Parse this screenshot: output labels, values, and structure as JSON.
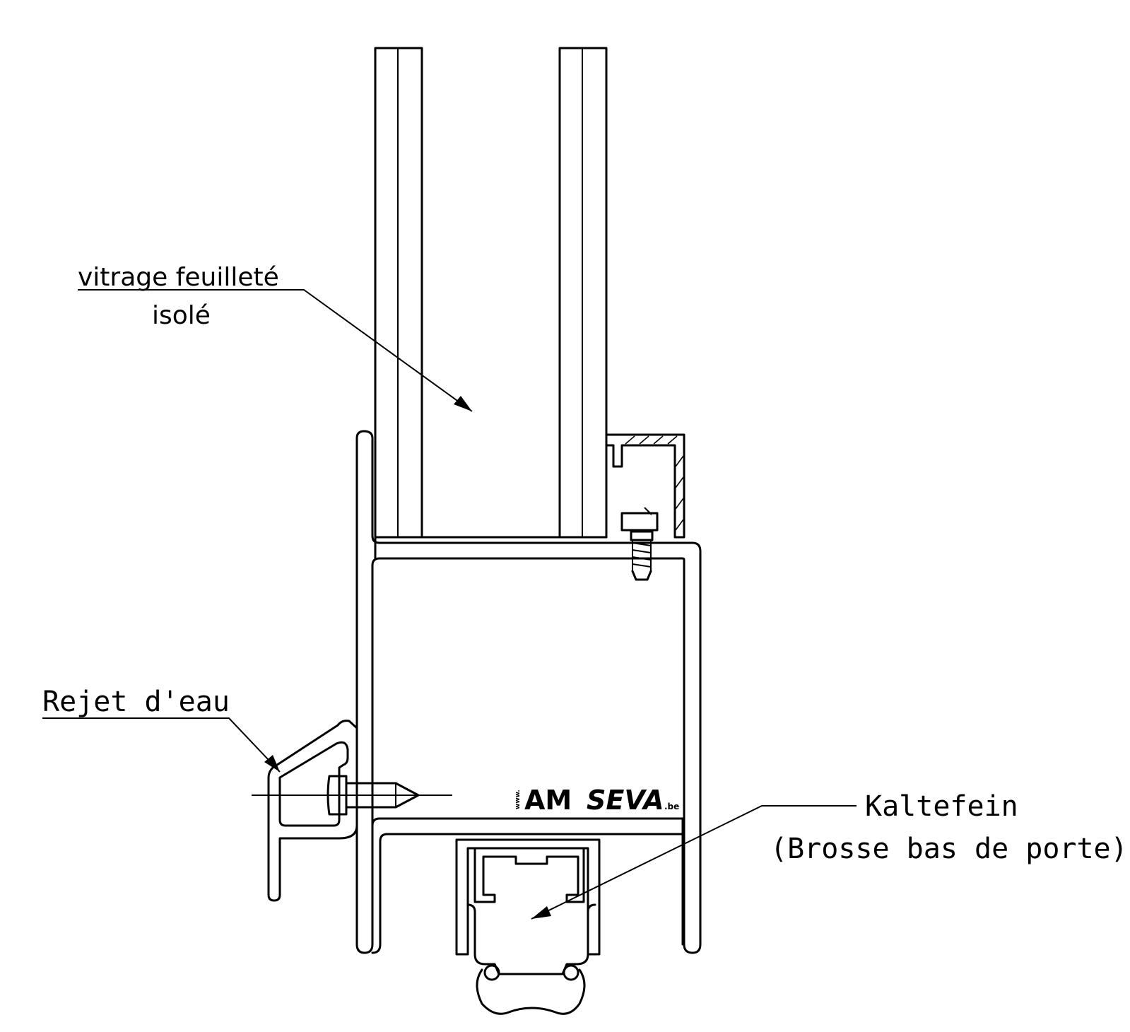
{
  "labels": {
    "glazing_line1": "vitrage feuilleté",
    "glazing_line2": "isolé",
    "drip": "Rejet d'eau",
    "seal_line1": "Kaltefein",
    "seal_line2": "(Brosse bas de porte)"
  },
  "logo": {
    "prefix": "www.",
    "part1": "AM",
    "part2": "SEVA",
    "suffix": ".be"
  },
  "icons": [
    "glass-pane-icon",
    "screw-icon",
    "brush-seal-icon",
    "drip-profile-icon"
  ]
}
